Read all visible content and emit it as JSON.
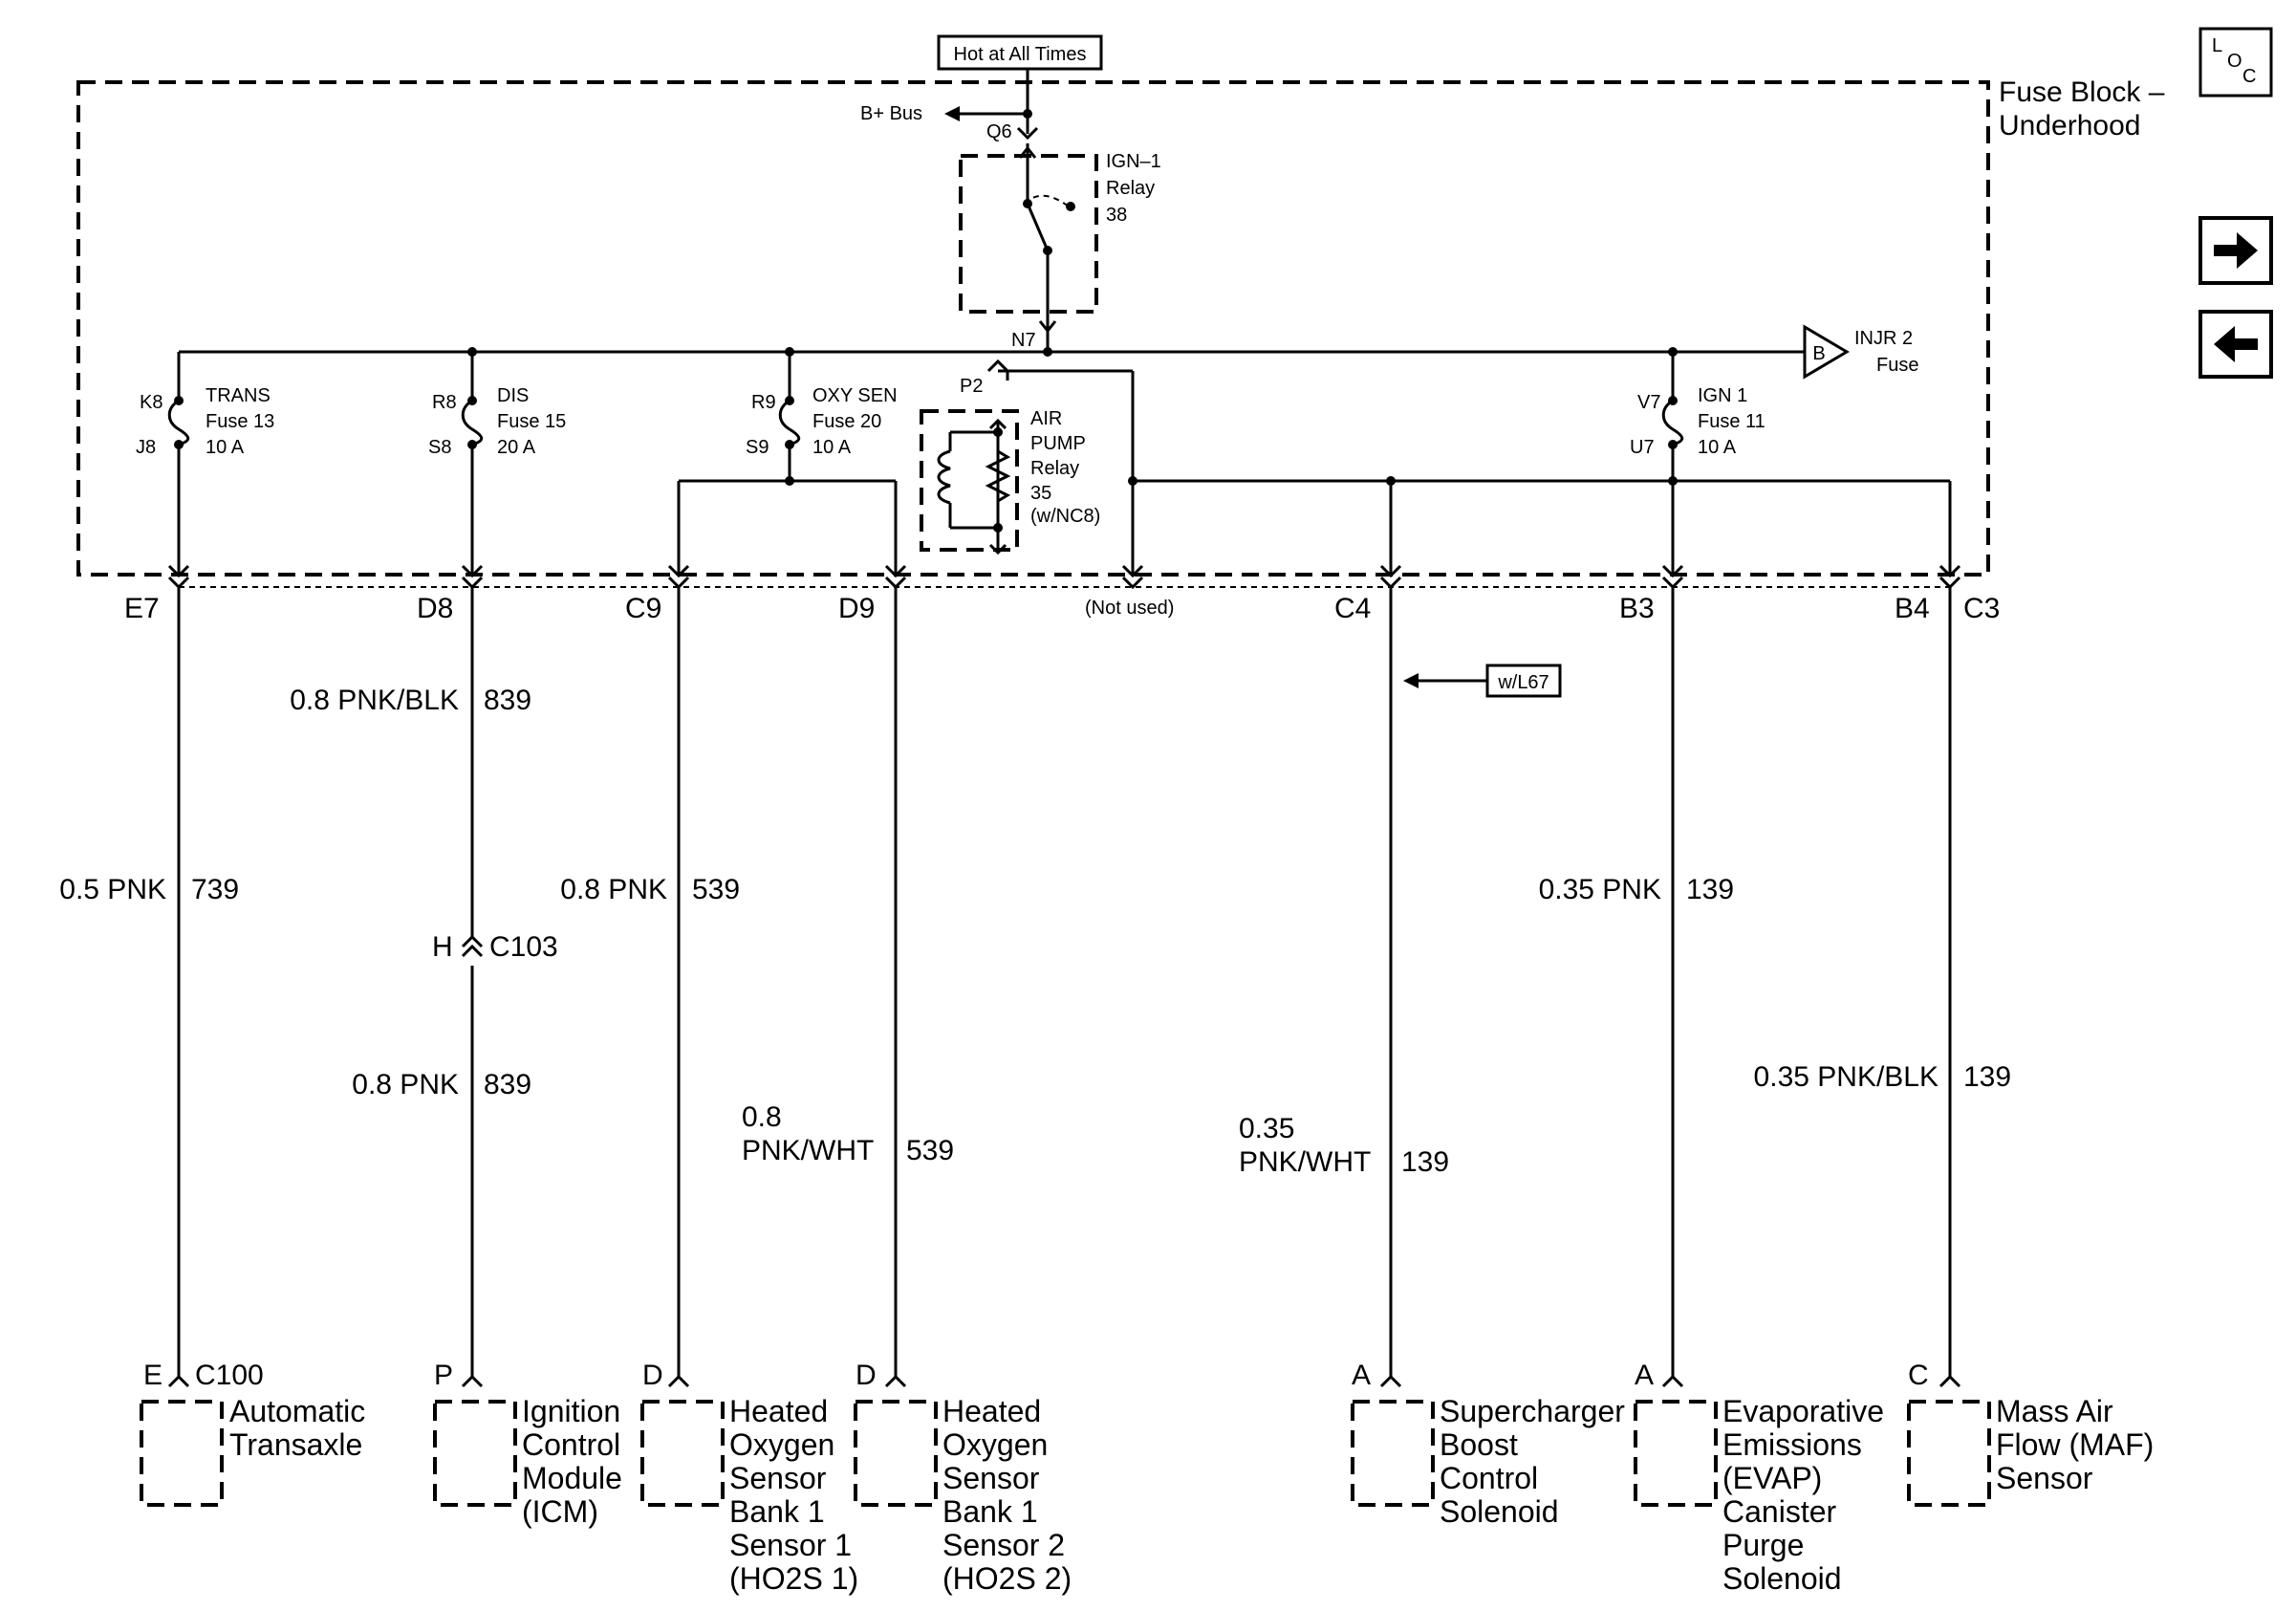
{
  "fuse_block": {
    "hot_label": "Hot at All Times",
    "title_line1": "Fuse Block –",
    "title_line2": "Underhood",
    "bus_label": "B+ Bus",
    "bus_pin": "Q6",
    "relay_ign": [
      "IGN–1",
      "Relay",
      "38"
    ],
    "bus_node": "N7",
    "injr_letter": "B",
    "injr_label": [
      "INJR 2",
      "Fuse"
    ],
    "air_pump": {
      "pin": "P2",
      "lines": [
        "AIR",
        "PUMP",
        "Relay",
        "35",
        "(w/NC8)"
      ]
    },
    "fuses": [
      {
        "top": "K8",
        "bottom": "J8",
        "lines": [
          "TRANS",
          "Fuse 13",
          "10 A"
        ]
      },
      {
        "top": "R8",
        "bottom": "S8",
        "lines": [
          "DIS",
          "Fuse 15",
          "20 A"
        ]
      },
      {
        "top": "R9",
        "bottom": "S9",
        "lines": [
          "OXY SEN",
          "Fuse 20",
          "10 A"
        ]
      },
      {
        "top": "V7",
        "bottom": "U7",
        "lines": [
          "IGN 1",
          "Fuse 11",
          "10 A"
        ]
      }
    ],
    "terminals": [
      "E7",
      "D8",
      "C9",
      "D9",
      "(Not used)",
      "C4",
      "B3",
      "B4",
      "C3"
    ]
  },
  "wires": [
    {
      "gauge": "0.5 PNK",
      "circuit": "739"
    },
    {
      "gauge": "0.8 PNK/BLK",
      "circuit": "839"
    },
    {
      "gauge": "0.8 PNK",
      "circuit": "839"
    },
    {
      "gauge": "0.8 PNK",
      "circuit": "539"
    },
    {
      "gauge_line1": "0.8",
      "gauge_line2": "PNK/WHT",
      "circuit": "539"
    },
    {
      "gauge_line1": "0.35",
      "gauge_line2": "PNK/WHT",
      "circuit": "139"
    },
    {
      "gauge": "0.35 PNK",
      "circuit": "139"
    },
    {
      "gauge": "0.35 PNK/BLK",
      "circuit": "139"
    }
  ],
  "inline_connector": {
    "pin": "H",
    "name": "C103"
  },
  "option_flag": "w/L67",
  "components": [
    {
      "pin": "E",
      "connector": "C100",
      "lines": [
        "Automatic",
        "Transaxle"
      ]
    },
    {
      "pin": "P",
      "lines": [
        "Ignition",
        "Control",
        "Module",
        "(ICM)"
      ]
    },
    {
      "pin": "D",
      "lines": [
        "Heated",
        "Oxygen",
        "Sensor",
        "Bank 1",
        "Sensor 1",
        "(HO2S 1)"
      ]
    },
    {
      "pin": "D",
      "lines": [
        "Heated",
        "Oxygen",
        "Sensor",
        "Bank 1",
        "Sensor 2",
        "(HO2S 2)"
      ]
    },
    {
      "pin": "A",
      "lines": [
        "Supercharger",
        "Boost",
        "Control",
        "Solenoid"
      ]
    },
    {
      "pin": "A",
      "lines": [
        "Evaporative",
        "Emissions",
        "(EVAP)",
        "Canister",
        "Purge",
        "Solenoid"
      ]
    },
    {
      "pin": "C",
      "lines": [
        "Mass Air",
        "Flow (MAF)",
        "Sensor"
      ]
    }
  ],
  "nav": {
    "loc_l": "L",
    "loc_o": "O",
    "loc_c": "C",
    "next_icon": "right-arrow-icon",
    "prev_icon": "left-arrow-icon"
  }
}
